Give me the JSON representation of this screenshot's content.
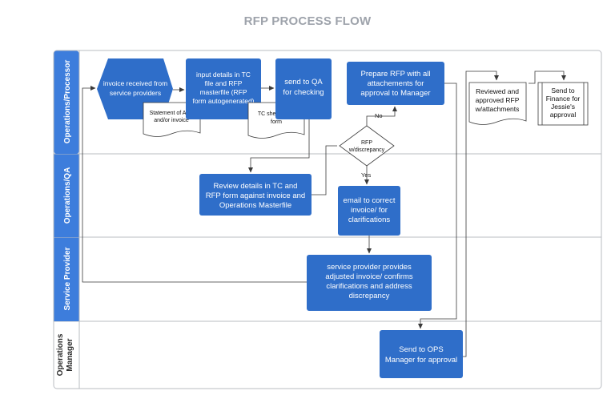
{
  "title": "RFP PROCESS FLOW",
  "lanes": [
    {
      "label": "Operations/Processor"
    },
    {
      "label": "Operations/QA"
    },
    {
      "label": "Service Provider"
    },
    {
      "label_line1": "Operations",
      "label_line2": "Manager"
    }
  ],
  "nodes": {
    "invoice_received": {
      "line1": "invoice received from",
      "line2": "service  providers"
    },
    "statement_doc": {
      "line1": "Statement of Acct",
      "line2": "and/or invoice"
    },
    "input_details": {
      "line1": "input details in TC",
      "line2": "file and RFP",
      "line3": "masterfile (RFP",
      "line4": "form autogenerated)"
    },
    "tc_sheet_doc": {
      "line1": "TC sheet, RFP",
      "line2": "form"
    },
    "send_to_qa": {
      "line1": "send to QA",
      "line2": "for checking"
    },
    "prepare_rfp": {
      "line1": "Prepare RFP with all",
      "line2": "attachements for",
      "line3": "approval to Manager"
    },
    "reviewed_doc": {
      "line1": "Reviewed and",
      "line2": "approved RFP",
      "line3": "w/attachments"
    },
    "send_finance": {
      "line1": "Send to",
      "line2": "Finance for",
      "line3": "Jessie's",
      "line4": "approval"
    },
    "decision": {
      "line1": "RFP",
      "line2": "w/discrepancy"
    },
    "review_details": {
      "line1": "Review details in TC and",
      "line2": "RFP form against invoice and",
      "line3": "Operations Masterfile"
    },
    "email_correct": {
      "line1": "email to correct",
      "line2": "invoice/ for",
      "line3": "clarifications"
    },
    "provider_adjusts": {
      "line1": "service provider provides",
      "line2": "adjusted invoice/ confirms",
      "line3": "clarifications and address",
      "line4": "discrepancy"
    },
    "send_ops_manager": {
      "line1": "Send to OPS",
      "line2": "Manager for approval"
    }
  },
  "edge_labels": {
    "no": "No",
    "yes": "Yes"
  },
  "colors": {
    "box": "#2f6ec9",
    "lane_header": "#3d7ddc",
    "title": "#9ea3ab",
    "border": "#b9bcc2"
  }
}
